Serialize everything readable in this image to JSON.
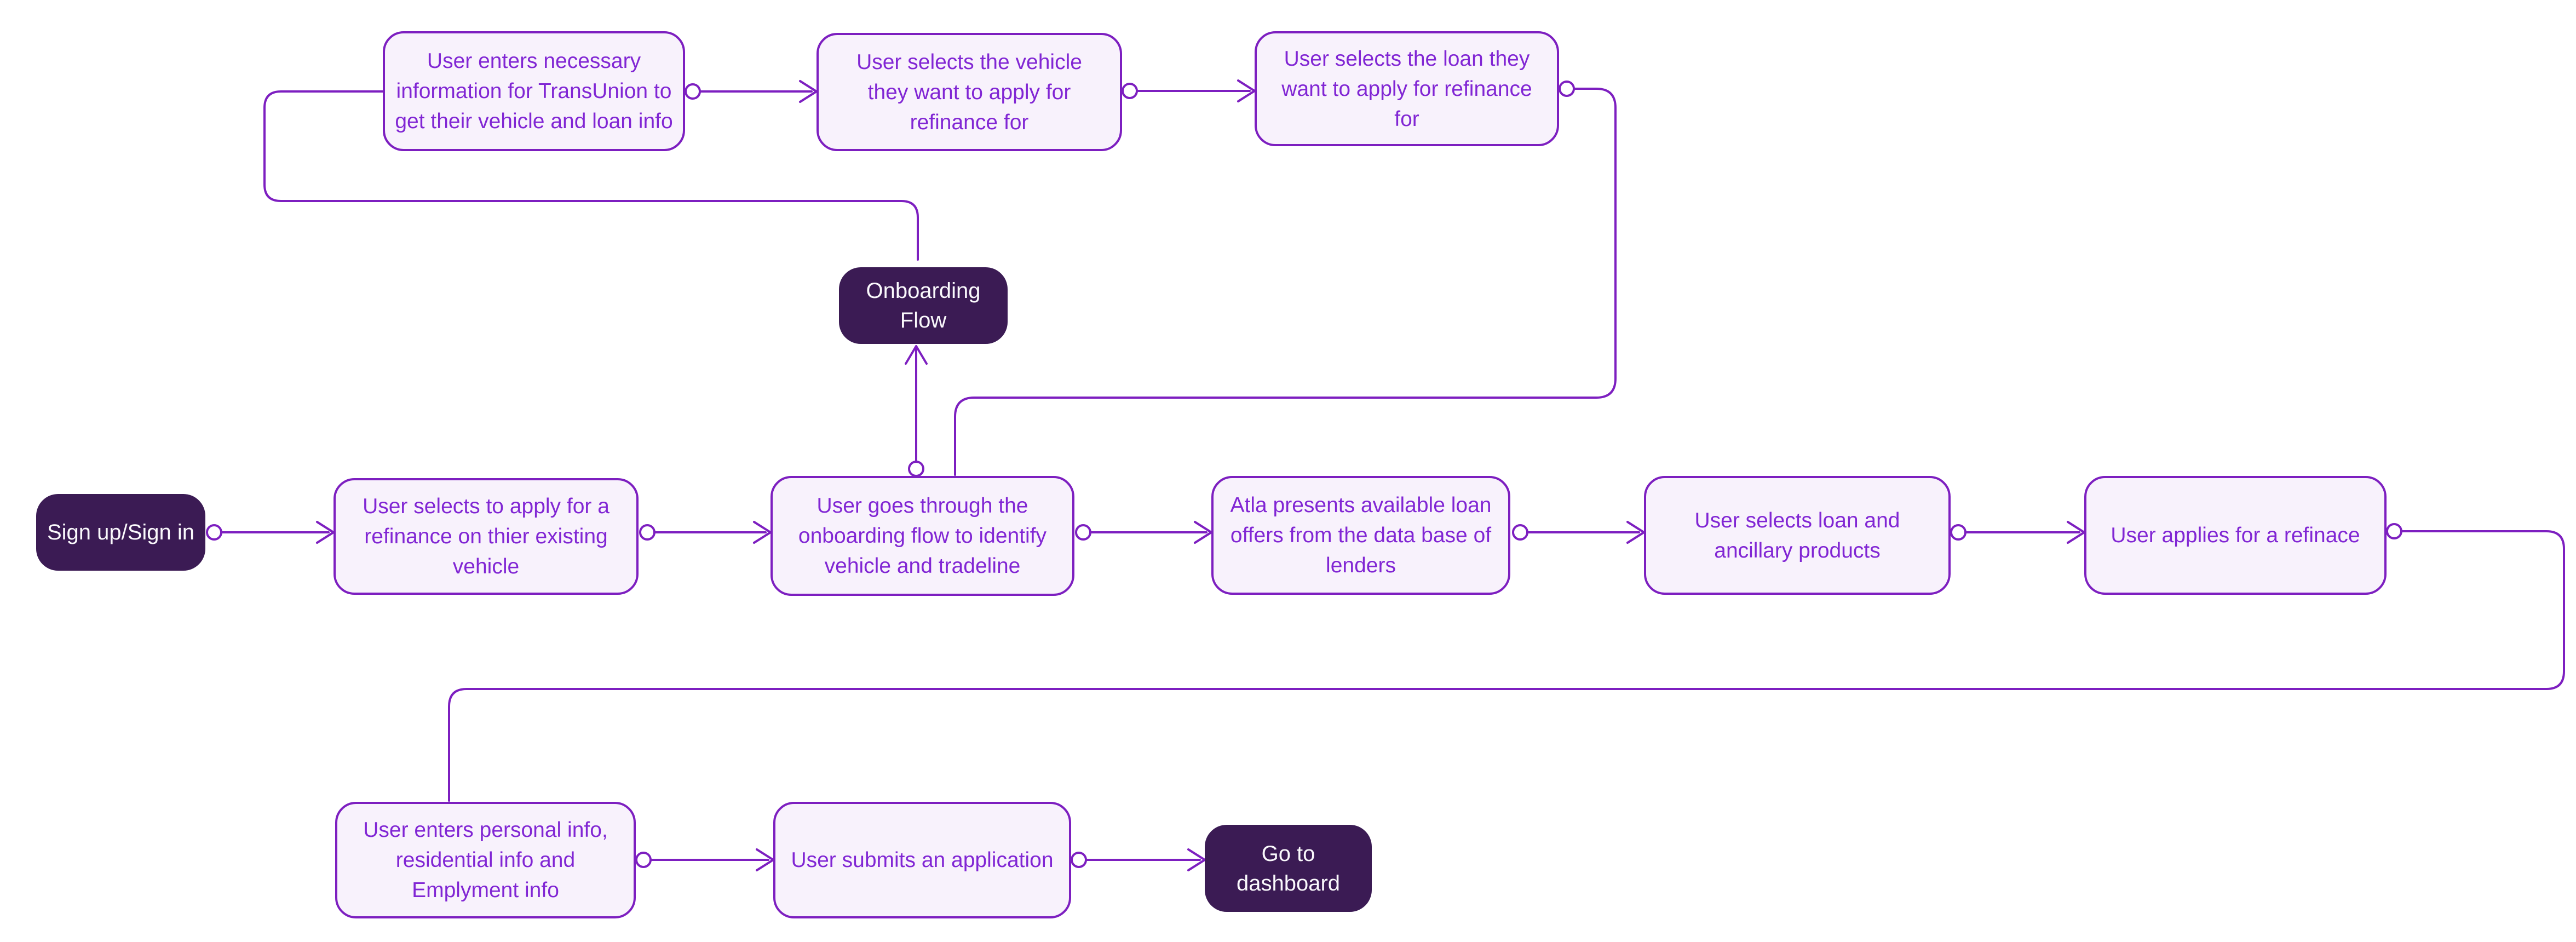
{
  "diagram": {
    "background": "#ffffff",
    "colors": {
      "accent_purple": "#7d1fc0",
      "node_fill": "#f8f2fc",
      "node_text": "#8126d4",
      "dark_node_fill": "#3b1b54",
      "dark_node_text": "#faf9fc"
    },
    "nodes": [
      {
        "id": "sign-up",
        "type": "primary",
        "label": "Sign up/Sign in"
      },
      {
        "id": "transunion-info",
        "type": "step",
        "label": "User enters necessary information for TransUnion to get their vehicle and loan info"
      },
      {
        "id": "select-vehicle",
        "type": "step",
        "label": "User selects the vehicle they want to apply for refinance for"
      },
      {
        "id": "select-loan",
        "type": "step",
        "label": "User selects the loan they want to apply for refinance for"
      },
      {
        "id": "onboarding-flow-label",
        "type": "primary",
        "label": "Onboarding Flow"
      },
      {
        "id": "select-apply-refinance",
        "type": "step",
        "label": "User selects to apply for a refinance on thier existing vehicle"
      },
      {
        "id": "onboarding-flow-step",
        "type": "step",
        "label": "User goes through the onboarding flow to identify vehicle and tradeline"
      },
      {
        "id": "atla-offers",
        "type": "step",
        "label": "Atla presents available loan offers from the data base of lenders"
      },
      {
        "id": "select-loan-products",
        "type": "step",
        "label": "User selects loan and ancillary products"
      },
      {
        "id": "applies-refinance",
        "type": "step",
        "label": "User applies for a refinace"
      },
      {
        "id": "personal-info",
        "type": "step",
        "label": "User enters personal info, residential info and Emplyment info"
      },
      {
        "id": "submit-application",
        "type": "step",
        "label": "User submits an application"
      },
      {
        "id": "go-dashboard",
        "type": "primary",
        "label": "Go to dashboard"
      }
    ],
    "edges": [
      {
        "from": "sign-up",
        "to": "select-apply-refinance"
      },
      {
        "from": "select-apply-refinance",
        "to": "onboarding-flow-step"
      },
      {
        "from": "onboarding-flow-step",
        "to": "atla-offers"
      },
      {
        "from": "atla-offers",
        "to": "select-loan-products"
      },
      {
        "from": "select-loan-products",
        "to": "applies-refinance"
      },
      {
        "from": "applies-refinance",
        "to": "personal-info"
      },
      {
        "from": "personal-info",
        "to": "submit-application"
      },
      {
        "from": "submit-application",
        "to": "go-dashboard"
      },
      {
        "from": "onboarding-flow-step",
        "to": "onboarding-flow-label"
      },
      {
        "from": "transunion-info",
        "to": "select-vehicle"
      },
      {
        "from": "select-vehicle",
        "to": "select-loan"
      },
      {
        "from": "select-loan",
        "to": "onboarding-flow-step"
      },
      {
        "from": "transunion-info",
        "to": "onboarding-flow-label"
      }
    ]
  }
}
